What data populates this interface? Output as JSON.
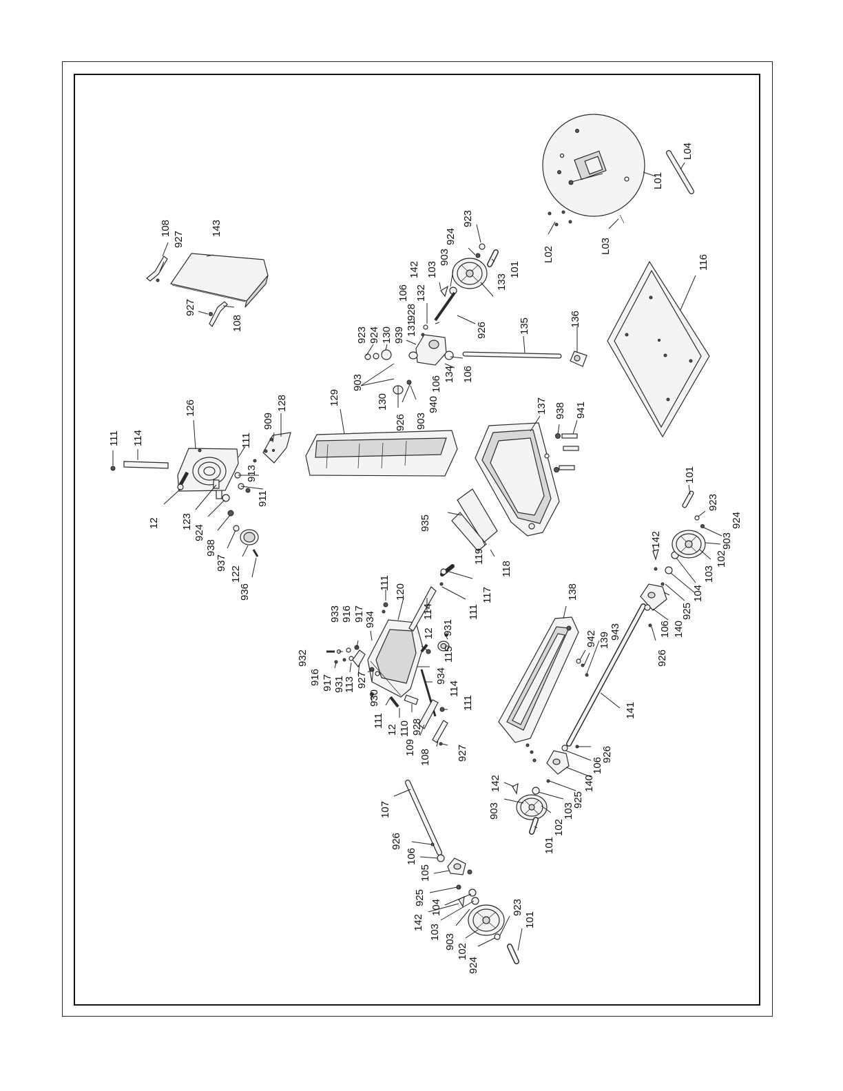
{
  "labels": {
    "p101": "101",
    "p102": "102",
    "p103": "103",
    "p104": "104",
    "p105": "105",
    "p106": "106",
    "p107": "107",
    "p108": "108",
    "p109": "109",
    "p110": "110",
    "p111": "111",
    "p12": "12",
    "p113": "113",
    "p114": "114",
    "p115": "115",
    "p116": "116",
    "p117": "117",
    "p118": "118",
    "p119": "119",
    "p120": "120",
    "p122": "122",
    "p123": "123",
    "p126": "126",
    "p128": "128",
    "p129": "129",
    "p130": "130",
    "p131": "131",
    "p132": "132",
    "p133": "133",
    "p134": "134",
    "p135": "135",
    "p136": "136",
    "p137": "137",
    "p138": "138",
    "p139": "139",
    "p140": "140",
    "p141": "141",
    "p142": "142",
    "p143": "143",
    "p903": "903",
    "p909": "909",
    "p911": "911",
    "p913": "913",
    "p916": "916",
    "p917": "917",
    "p923": "923",
    "p924": "924",
    "p925": "925",
    "p926": "926",
    "p927": "927",
    "p928": "928",
    "p930": "930",
    "p931": "931",
    "p932": "932",
    "p933": "933",
    "p934": "934",
    "p935": "935",
    "p936": "936",
    "p937": "937",
    "p938": "938",
    "p939": "939",
    "p940": "940",
    "p941": "941",
    "p942": "942",
    "p943": "943",
    "L01": "L01",
    "L02": "L02",
    "L03": "L03",
    "L04": "L04"
  }
}
